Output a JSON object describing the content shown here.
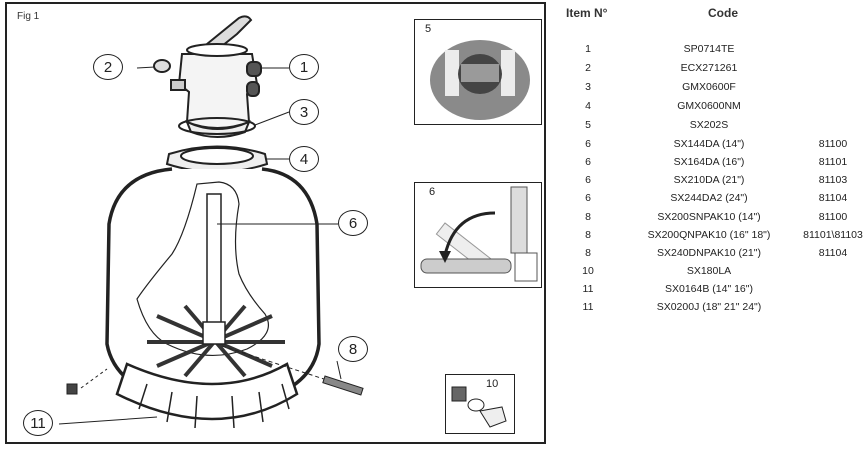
{
  "figure": {
    "label": "Fig 1",
    "callouts": [
      "1",
      "2",
      "3",
      "4",
      "6",
      "8",
      "11"
    ],
    "insets": [
      {
        "number": "5",
        "depicts": "multiport-valve-top"
      },
      {
        "number": "6",
        "depicts": "lateral-rotation"
      },
      {
        "number": "10",
        "depicts": "drain-plug-assembly"
      }
    ]
  },
  "table": {
    "headers": {
      "item": "Item N°",
      "code": "Code"
    },
    "rows": [
      {
        "item": "1",
        "code": "SP0714TE",
        "ref": ""
      },
      {
        "item": "2",
        "code": "ECX271261",
        "ref": ""
      },
      {
        "item": "3",
        "code": "GMX0600F",
        "ref": ""
      },
      {
        "item": "4",
        "code": "GMX0600NM",
        "ref": ""
      },
      {
        "item": "5",
        "code": "SX202S",
        "ref": ""
      },
      {
        "item": "6",
        "code": "SX144DA (14\")",
        "ref": "81100"
      },
      {
        "item": "6",
        "code": "SX164DA (16\")",
        "ref": "81101"
      },
      {
        "item": "6",
        "code": "SX210DA  (21\")",
        "ref": "81103"
      },
      {
        "item": "6",
        "code": "SX244DA2  (24\")",
        "ref": "81104"
      },
      {
        "item": "8",
        "code": "SX200SNPAK10  (14\")",
        "ref": "81100"
      },
      {
        "item": "8",
        "code": "SX200QNPAK10  (16\" 18\")",
        "ref": "81101\\81103"
      },
      {
        "item": "8",
        "code": "SX240DNPAK10 (21\")",
        "ref": "81104"
      },
      {
        "item": "10",
        "code": "SX180LA",
        "ref": ""
      },
      {
        "item": "11",
        "code": "SX0164B (14\" 16\")",
        "ref": ""
      },
      {
        "item": "11",
        "code": "SX0200J (18\" 21\" 24\")",
        "ref": ""
      }
    ]
  }
}
